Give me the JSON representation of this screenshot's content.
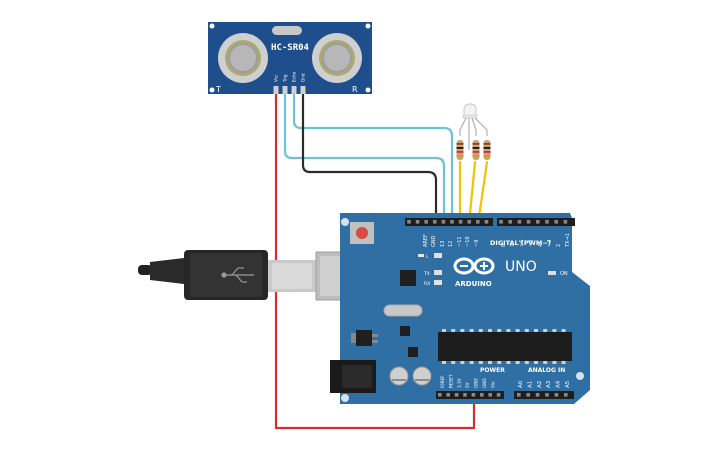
{
  "sensor": {
    "model": "HC-SR04",
    "left_label": "T",
    "right_label": "R",
    "pins": [
      "Vcc",
      "Trig",
      "Echo",
      "Gnd"
    ]
  },
  "board": {
    "model": "UNO",
    "brand": "ARDUINO",
    "top_header_labels": [
      "AREF",
      "GND",
      "13",
      "12",
      "~11",
      "~10",
      "~9",
      "8",
      "7",
      "~6",
      "~5",
      "4",
      "~3",
      "2",
      "TX→1",
      "RX←0"
    ],
    "digital_label": "DIGITAL (PWM~)",
    "led_labels": [
      "L",
      "TX",
      "RX"
    ],
    "on_label": "ON",
    "power_label": "POWER",
    "analog_label": "ANALOG IN",
    "power_pins": [
      "IOREF",
      "RESET",
      "3.3V",
      "5V",
      "GND",
      "GND",
      "Vin"
    ],
    "analog_pins": [
      "A0",
      "A1",
      "A2",
      "A3",
      "A4",
      "A5"
    ]
  },
  "colors": {
    "board": "#2f6fa3",
    "sensor": "#1f4e8c",
    "wire_red": "#d32f2f",
    "wire_black": "#2b2b2b",
    "wire_cyan": "#6cc3d5",
    "wire_yellow": "#f2c200",
    "resistor": "#c9a27a"
  }
}
